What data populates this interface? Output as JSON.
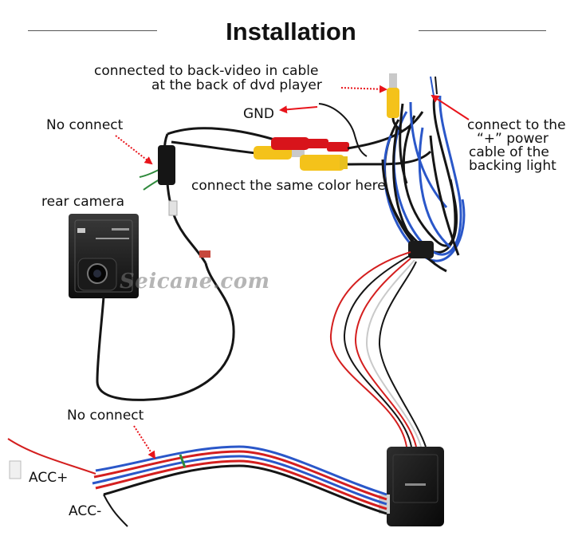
{
  "title": "Installation",
  "watermark": "Seicane.com",
  "labels": {
    "back_video_line1": "connected to back-video in cable",
    "back_video_line2": "at the back of dvd player",
    "gnd": "GND",
    "no_connect_top": "No connect",
    "power_line1": "connect to the",
    "power_line2": "“+” power",
    "power_line3": "cable of the",
    "power_line4": "backing light",
    "same_color": "connect the same color here",
    "rear_camera": "rear camera",
    "no_connect_bottom": "No connect",
    "acc_plus": "ACC+",
    "acc_minus": "ACC-"
  },
  "colors": {
    "arrow": "#e8141b",
    "wire_black": "#151515",
    "wire_blue": "#2a57c9",
    "wire_red": "#d41f1f",
    "plug_yellow": "#f4c21a",
    "plug_red": "#d8141b",
    "wire_green": "#2f8a3c"
  }
}
